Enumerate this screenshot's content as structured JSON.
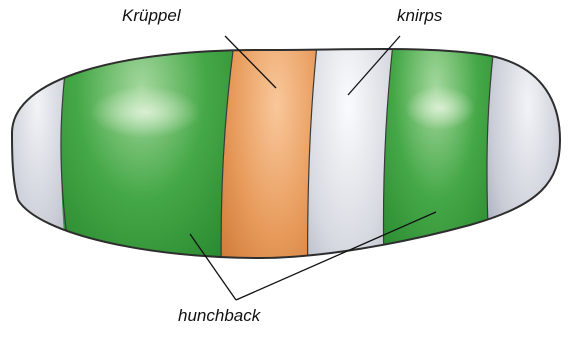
{
  "figure": {
    "labels": {
      "kruppel": "Krüppel",
      "knirps": "knirps",
      "hunchback": "hunchback"
    },
    "bands": [
      {
        "name": "terminal-left",
        "color": "#c9ccd6"
      },
      {
        "name": "hunchback-anterior",
        "color": "#45a847"
      },
      {
        "name": "kruppel",
        "color": "#e79a5a"
      },
      {
        "name": "knirps",
        "color": "#d3d6de"
      },
      {
        "name": "hunchback-posterior",
        "color": "#45a847"
      },
      {
        "name": "terminal-right",
        "color": "#c9ccd6"
      }
    ]
  }
}
